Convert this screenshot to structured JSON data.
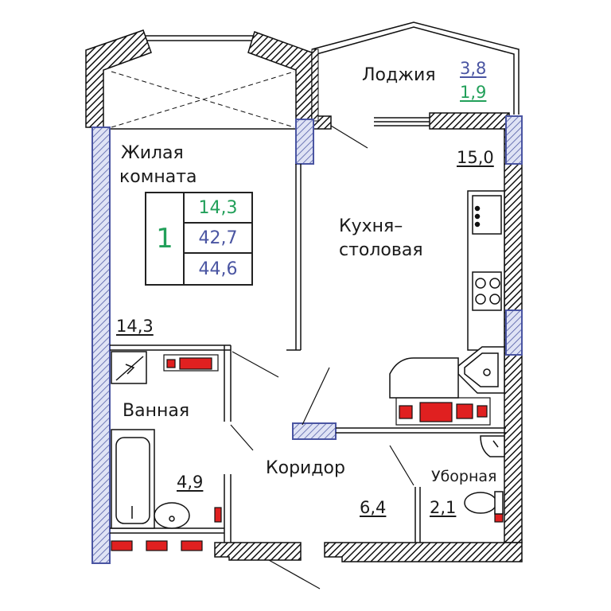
{
  "rooms": {
    "loggia": {
      "label": "Лоджия",
      "area_total": "3,8",
      "area_reduced": "1,9"
    },
    "living": {
      "label_line1": "Жилая",
      "label_line2": "комната",
      "area": "14,3"
    },
    "kitchen": {
      "label_line1": "Кухня–",
      "label_line2": "столовая",
      "area": "15,0"
    },
    "bathroom": {
      "label": "Ванная",
      "area": "4,9"
    },
    "corridor": {
      "label": "Коридор",
      "area": "6,4"
    },
    "toilet": {
      "label": "Уборная",
      "area": "2,1"
    }
  },
  "legend": {
    "rooms_count": "1",
    "living_area": "14,3",
    "total_area": "42,7",
    "total_with_loggia": "44,6"
  },
  "colors": {
    "wall_hatch": "#111111",
    "window": "#4a55a2",
    "window_fill": "#dfe3f5",
    "heater": "#e02020",
    "green_value": "#22a05a",
    "blue_value": "#4a55a2"
  }
}
